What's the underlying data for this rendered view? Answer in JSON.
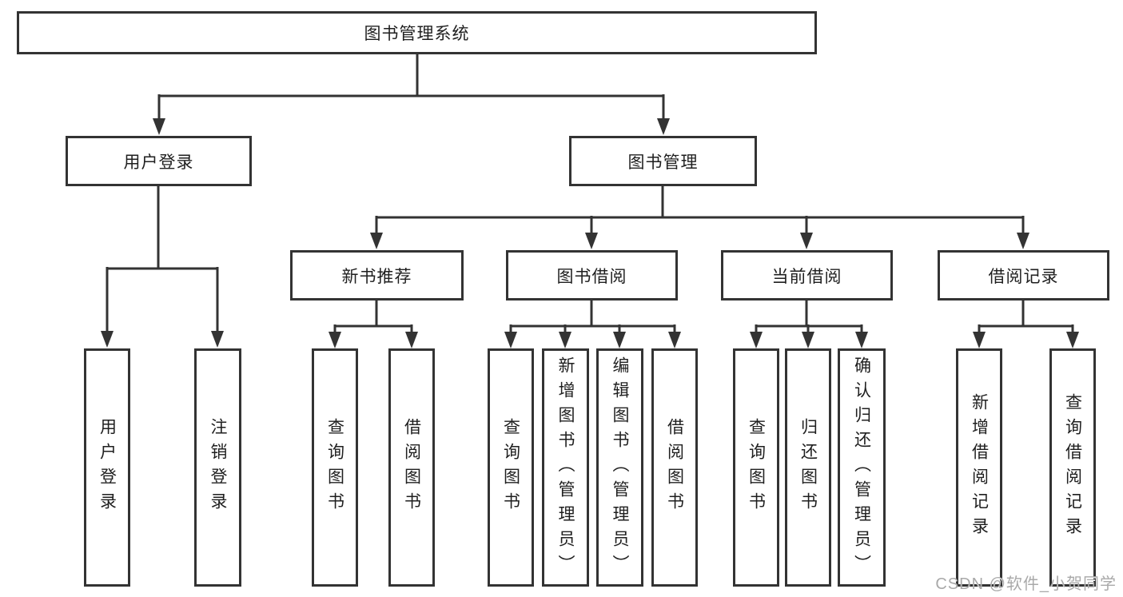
{
  "diagram": {
    "root": "图书管理系统",
    "branches": [
      {
        "label": "用户登录",
        "children": [
          "用户登录",
          "注销登录"
        ]
      },
      {
        "label": "图书管理",
        "children": [
          {
            "label": "新书推荐",
            "children": [
              "查询图书",
              "借阅图书"
            ]
          },
          {
            "label": "图书借阅",
            "children": [
              "查询图书",
              "新增图书（管理员）",
              "编辑图书（管理员）",
              "借阅图书"
            ]
          },
          {
            "label": "当前借阅",
            "children": [
              "查询图书",
              "归还图书",
              "确认归还（管理员）"
            ]
          },
          {
            "label": "借阅记录",
            "children": [
              "新增借阅记录",
              "查询借阅记录"
            ]
          }
        ]
      }
    ],
    "colors": {
      "line": "#333333",
      "text": "#1f1f1f",
      "watermark": "#a9a9a9"
    },
    "watermark": "CSDN @软件_小贺同学"
  }
}
